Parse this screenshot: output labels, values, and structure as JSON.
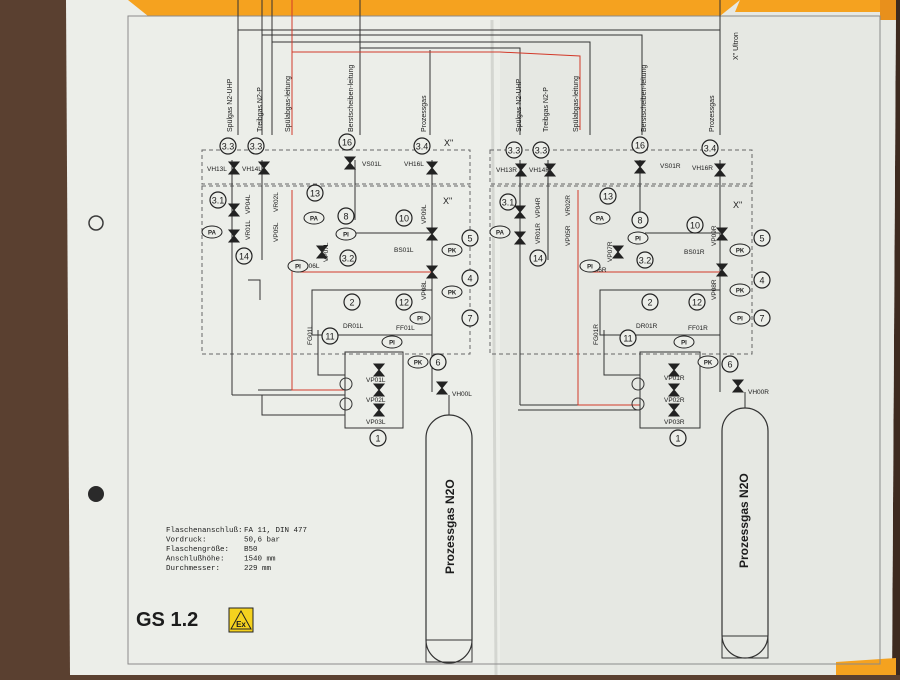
{
  "pipes_top": {
    "left": [
      "Spülgas N2-UHP",
      "Treibgas N2-P",
      "Spülabgas-leitung",
      "Berstscheiben-leitung",
      "Prozessgas"
    ],
    "right": [
      "Spülgas N2-UHP",
      "Treibgas N2-P",
      "Spülabgas-leitung",
      "Berstscheiben-leitung",
      "Prozessgas"
    ],
    "ultron": "X\" Ultron"
  },
  "left": {
    "valves_top": [
      "VH13L",
      "VH14L",
      "VS01L",
      "VH16L"
    ],
    "valves": [
      "VP04L",
      "VR01L",
      "VP05L",
      "VR02L",
      "VP06L",
      "VP07L",
      "VP08L",
      "VP09L",
      "BS01L",
      "DR01L",
      "FF01L",
      "FG01L",
      "VP01L",
      "VP02L",
      "VP03L",
      "VH00L"
    ],
    "sensors": [
      "PA",
      "PA",
      "PI",
      "PI",
      "PK",
      "PK",
      "PI",
      "PI",
      "PK"
    ]
  },
  "right": {
    "valves_top": [
      "VH13R",
      "VH14R",
      "VS01R",
      "VH16R"
    ],
    "valves": [
      "VP04R",
      "VR01R",
      "VP05R",
      "VR02R",
      "VP06R",
      "VP07R",
      "VP08R",
      "VP09R",
      "BS01R",
      "DR01R",
      "FF01R",
      "FG01R",
      "VP01R",
      "VP02R",
      "VP03R",
      "VH00R"
    ],
    "sensors": [
      "PA",
      "PA",
      "PI",
      "PI",
      "PK",
      "PK",
      "PI",
      "PI",
      "PK"
    ]
  },
  "numbers": [
    "3.3",
    "3.3",
    "16",
    "3.4",
    "3.1",
    "13",
    "8",
    "10",
    "5",
    "14",
    "3.2",
    "4",
    "2",
    "12",
    "7",
    "11",
    "6",
    "1"
  ],
  "xquote": "X\"",
  "cylinder_label": "Prozessgas N2O",
  "specs": [
    {
      "k": "Flaschenanschluß:",
      "v": "FA 11, DIN 477"
    },
    {
      "k": "Vordruck:",
      "v": "50,6 bar"
    },
    {
      "k": "Flaschengröße:",
      "v": "B50"
    },
    {
      "k": "Anschlußhöhe:",
      "v": "1540 mm"
    },
    {
      "k": "Durchmesser:",
      "v": "229 mm"
    }
  ],
  "title": "GS 1.2",
  "ex_mark": "Ex",
  "colors": {
    "paper": "#eeeeea",
    "banner": "#f7a823",
    "red": "#d23a2a",
    "line": "#333333",
    "table": "#5a4030"
  }
}
